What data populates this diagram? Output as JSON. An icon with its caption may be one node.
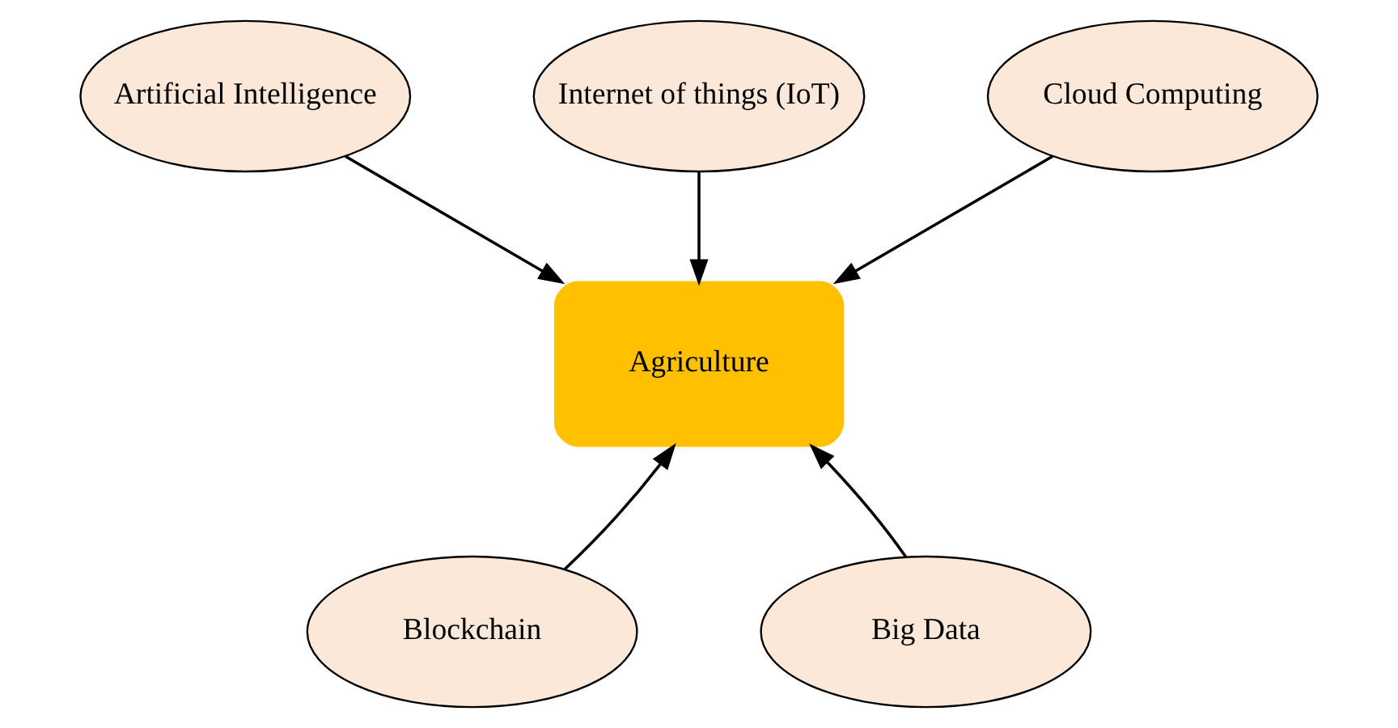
{
  "diagram": {
    "nodes": [
      {
        "text": [
          "Artificial Intelligence"
        ]
      },
      {
        "text": [
          "Internet of things (IoT)"
        ]
      },
      {
        "text": [
          "Cloud Computing"
        ]
      },
      {
        "text": [
          "Agriculture"
        ]
      },
      {
        "text": [
          "Blockchain"
        ]
      },
      {
        "text": [
          "Big Data"
        ]
      }
    ],
    "edges": [
      {
        "from": 0,
        "to": 3,
        "arrow": "to"
      },
      {
        "from": 1,
        "to": 3,
        "arrow": "to"
      },
      {
        "from": 2,
        "to": 3,
        "arrow": "to"
      },
      {
        "from": 4,
        "to": 3,
        "arrow": "to"
      },
      {
        "from": 5,
        "to": 3,
        "arrow": "to"
      }
    ]
  }
}
